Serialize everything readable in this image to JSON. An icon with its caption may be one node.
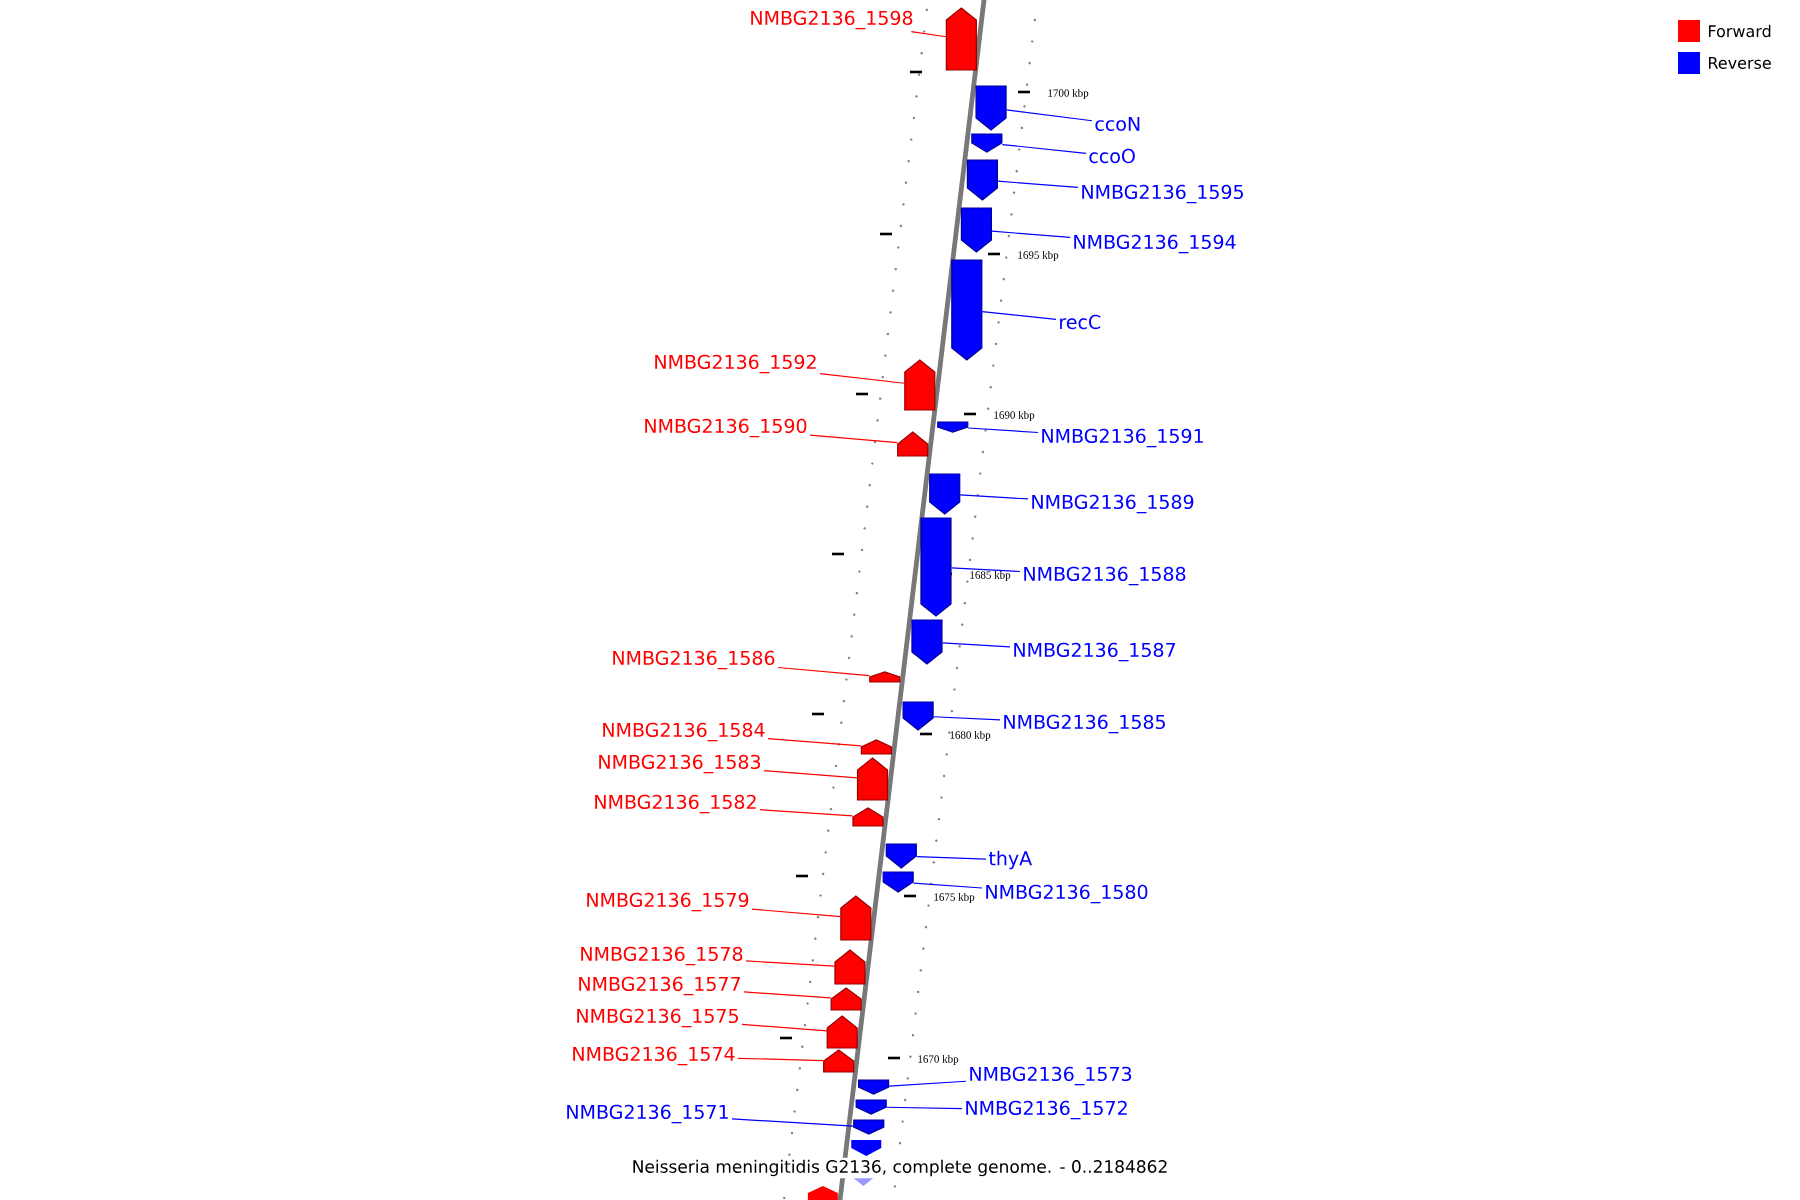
{
  "diagram": {
    "caption": "Neisseria meningitidis G2136, complete genome. - 0..2184862",
    "nodes": [
      {
        "text": [
          "NMBG2136_1598"
        ]
      },
      {
        "text": [],
        "shape": "bar"
      },
      {
        "text": [
          "ccoN"
        ]
      },
      {
        "text": [],
        "shape": "bar"
      },
      {
        "text": [
          "ccoO"
        ]
      },
      {
        "text": [],
        "shape": "bar"
      },
      {
        "text": [
          "NMBG2136_1595"
        ]
      },
      {
        "text": [],
        "shape": "bar"
      },
      {
        "text": [
          "NMBG2136_1594"
        ]
      },
      {
        "text": [],
        "shape": "bar"
      },
      {
        "text": [
          "recC"
        ]
      },
      {
        "text": [],
        "shape": "bar"
      },
      {
        "text": [
          "NMBG2136_1592"
        ]
      },
      {
        "text": [],
        "shape": "bar"
      },
      {
        "text": [
          "NMBG2136_1590"
        ]
      },
      {
        "text": [],
        "shape": "bar"
      },
      {
        "text": [
          "NMBG2136_1591"
        ]
      },
      {
        "text": [],
        "shape": "bar"
      },
      {
        "text": [
          "NMBG2136_1589"
        ]
      },
      {
        "text": [],
        "shape": "bar"
      },
      {
        "text": [
          "NMBG2136_1588"
        ]
      },
      {
        "text": [],
        "shape": "bar"
      },
      {
        "text": [
          "NMBG2136_1587"
        ]
      },
      {
        "text": [],
        "shape": "bar"
      },
      {
        "text": [
          "NMBG2136_1586"
        ]
      },
      {
        "text": [],
        "shape": "bar"
      },
      {
        "text": [
          "NMBG2136_1585"
        ]
      },
      {
        "text": [],
        "shape": "bar"
      },
      {
        "text": [
          "NMBG2136_1584"
        ]
      },
      {
        "text": [],
        "shape": "bar"
      },
      {
        "text": [
          "NMBG2136_1583"
        ]
      },
      {
        "text": [],
        "shape": "bar"
      },
      {
        "text": [
          "NMBG2136_1582"
        ]
      },
      {
        "text": [],
        "shape": "bar"
      },
      {
        "text": [
          "thyA"
        ]
      },
      {
        "text": [],
        "shape": "bar"
      },
      {
        "text": [
          "NMBG2136_1580"
        ]
      },
      {
        "text": [],
        "shape": "bar"
      },
      {
        "text": [
          "NMBG2136_1579"
        ]
      },
      {
        "text": [],
        "shape": "bar"
      },
      {
        "text": [
          "NMBG2136_1578"
        ]
      },
      {
        "text": [],
        "shape": "bar"
      },
      {
        "text": [
          "NMBG2136_1577"
        ]
      },
      {
        "text": [],
        "shape": "bar"
      },
      {
        "text": [
          "NMBG2136_1575"
        ]
      },
      {
        "text": [],
        "shape": "bar"
      },
      {
        "text": [
          "NMBG2136_1574"
        ]
      },
      {
        "text": [],
        "shape": "bar"
      },
      {
        "text": [
          "NMBG2136_1573"
        ]
      },
      {
        "text": [],
        "shape": "bar"
      },
      {
        "text": [
          "NMBG2136_1572"
        ]
      },
      {
        "text": [],
        "shape": "bar"
      },
      {
        "text": [
          "NMBG2136_1571"
        ]
      },
      {
        "text": [],
        "shape": "bar"
      }
    ],
    "edges": [
      {
        "from": 0,
        "to": 1,
        "arrow": "none",
        "color": "#ff0000"
      },
      {
        "from": 2,
        "to": 3,
        "arrow": "none",
        "color": "#0000ff"
      },
      {
        "from": 4,
        "to": 5,
        "arrow": "none",
        "color": "#0000ff"
      },
      {
        "from": 6,
        "to": 7,
        "arrow": "none",
        "color": "#0000ff"
      },
      {
        "from": 8,
        "to": 9,
        "arrow": "none",
        "color": "#0000ff"
      },
      {
        "from": 10,
        "to": 11,
        "arrow": "none",
        "color": "#0000ff"
      },
      {
        "from": 12,
        "to": 13,
        "arrow": "none",
        "color": "#ff0000"
      },
      {
        "from": 14,
        "to": 15,
        "arrow": "none",
        "color": "#ff0000"
      },
      {
        "from": 16,
        "to": 17,
        "arrow": "none",
        "color": "#0000ff"
      },
      {
        "from": 18,
        "to": 19,
        "arrow": "none",
        "color": "#0000ff"
      },
      {
        "from": 20,
        "to": 21,
        "arrow": "none",
        "color": "#0000ff"
      },
      {
        "from": 22,
        "to": 23,
        "arrow": "none",
        "color": "#0000ff"
      },
      {
        "from": 24,
        "to": 25,
        "arrow": "none",
        "color": "#ff0000"
      },
      {
        "from": 26,
        "to": 27,
        "arrow": "none",
        "color": "#0000ff"
      },
      {
        "from": 28,
        "to": 29,
        "arrow": "none",
        "color": "#ff0000"
      },
      {
        "from": 30,
        "to": 31,
        "arrow": "none",
        "color": "#ff0000"
      },
      {
        "from": 32,
        "to": 33,
        "arrow": "none",
        "color": "#ff0000"
      },
      {
        "from": 34,
        "to": 35,
        "arrow": "none",
        "color": "#0000ff"
      },
      {
        "from": 36,
        "to": 37,
        "arrow": "none",
        "color": "#0000ff"
      },
      {
        "from": 38,
        "to": 39,
        "arrow": "none",
        "color": "#ff0000"
      },
      {
        "from": 40,
        "to": 41,
        "arrow": "none",
        "color": "#ff0000"
      },
      {
        "from": 42,
        "to": 43,
        "arrow": "none",
        "color": "#ff0000"
      },
      {
        "from": 44,
        "to": 45,
        "arrow": "none",
        "color": "#ff0000"
      },
      {
        "from": 46,
        "to": 47,
        "arrow": "none",
        "color": "#ff0000"
      },
      {
        "from": 48,
        "to": 49,
        "arrow": "none",
        "color": "#0000ff"
      },
      {
        "from": 50,
        "to": 51,
        "arrow": "none",
        "color": "#0000ff"
      },
      {
        "from": 52,
        "to": 53,
        "arrow": "none",
        "color": "#0000ff"
      }
    ],
    "labels": [
      "1700 kbp",
      "1695 kbp",
      "1690 kbp",
      "1685 kbp",
      "1680 kbp",
      "1675 kbp",
      "1670 kbp"
    ],
    "legend": [
      {
        "text": "Forward",
        "color": "#ff0000"
      },
      {
        "text": "Reverse",
        "color": "#0000ff"
      }
    ]
  }
}
